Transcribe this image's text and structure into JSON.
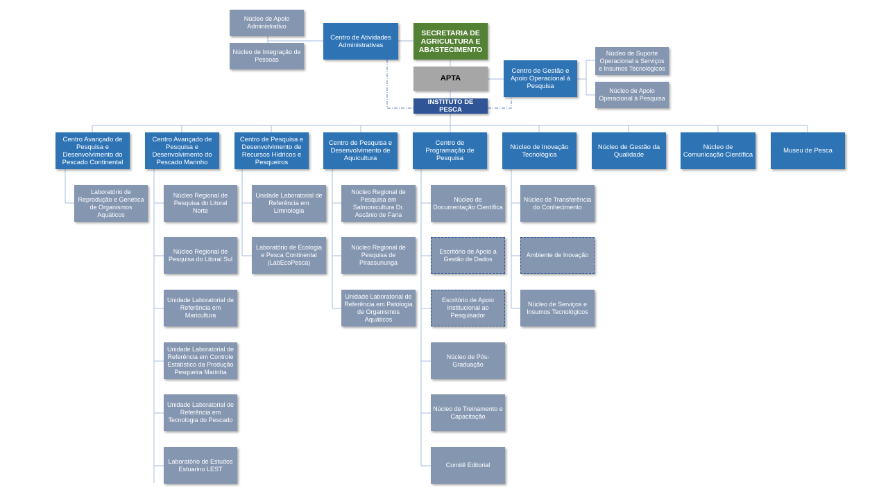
{
  "colors": {
    "blue": "#2e74b5",
    "gray": "#8496b0",
    "green": "#548235",
    "apta": "#a6a6a6",
    "navy": "#2f5597",
    "line": "#b4c7e7"
  },
  "top": {
    "secretaria": "SECRETARIA DE AGRICULTURA E ABASTECIMENTO",
    "apta": "APTA",
    "instituto": "INSTITUTO DE PESCA",
    "centro_atividades": "Centro de Atividades Administrativas",
    "nucleo_apoio_adm": "Núcleo de Apoio Administrativo",
    "nucleo_integracao": "Núcleo de Integração de Pessoas",
    "centro_gestao": "Centro de Gestão e Apoio Operacional à Pesquisa",
    "nucleo_suporte": "Núcleo de Suporte Operacional a Serviços e Insumos Tecnológicos",
    "nucleo_apoio_op": "Núcleo de Apoio Operacional à Pesquisa"
  },
  "centers": {
    "c1": "Centro Avançado de Pesquisa e Desenvolvimento do Pescado Continental",
    "c2": "Centro Avançado de Pesquisa e Desenvolvimento do Pescado Marinho",
    "c3": "Centro de Pesquisa e Desenvolvimento de Recursos Hídricos e Pesqueiros",
    "c4": "Centro de Pesquisa e Desenvolvimento de Aquicultura",
    "c5": "Centro de Programação de Pesquisa",
    "c6": "Núcleo de Inovação Tecnológica",
    "c7": "Núcleo de Gestão da Qualidade",
    "c8": "Núcleo de Comunicação Científica",
    "c9": "Museu de Pesca"
  },
  "units": {
    "c1": [
      "Laboratório de Reprodução e Genética de Organismos Aquáticos"
    ],
    "c2": [
      "Núcleo Regional de Pesquisa do Litoral Norte",
      "Núcleo Regional de Pesquisa do Litoral Sul",
      "Unidade Laboratorial de Referência em Maricultura",
      "Unidade Laboratorial de Referência em Controle Estatístico da Produção Pesqueira Marinha",
      "Unidade Laboratorial de Referência em Tecnologia do Pescado",
      "Laboratório de Estudos Estuarino LEST"
    ],
    "c3": [
      "Unidade Laboratorial de Referência em Limnologia",
      "Laboratório de Ecologia e Pesca Continental (LabEcoPesca)"
    ],
    "c4": [
      "Núcleo Regional de Pesquisa em Salmonicultura Dr. Ascânio de Faria",
      "Núcleo Regional de Pesquisa de Pirassununga",
      "Unidade Laboratorial de Referência em Patologia de Organismos Aquáticos"
    ],
    "c5": [
      "Núcleo de Documentação Científica",
      "Escritório de Apoio a Gestão de Dados",
      "Escritório de Apoio Institucional ao Pesquisador",
      "Núcleo de Pós-Graduação",
      "Núcleo de Treinamento e Capacitação",
      "Comitê Editorial"
    ],
    "c6": [
      "Núcleo de Transferência do Conhecimento",
      "Ambiente de Inovação",
      "Núcleo de Serviços e Insumos Tecnológicos"
    ]
  }
}
